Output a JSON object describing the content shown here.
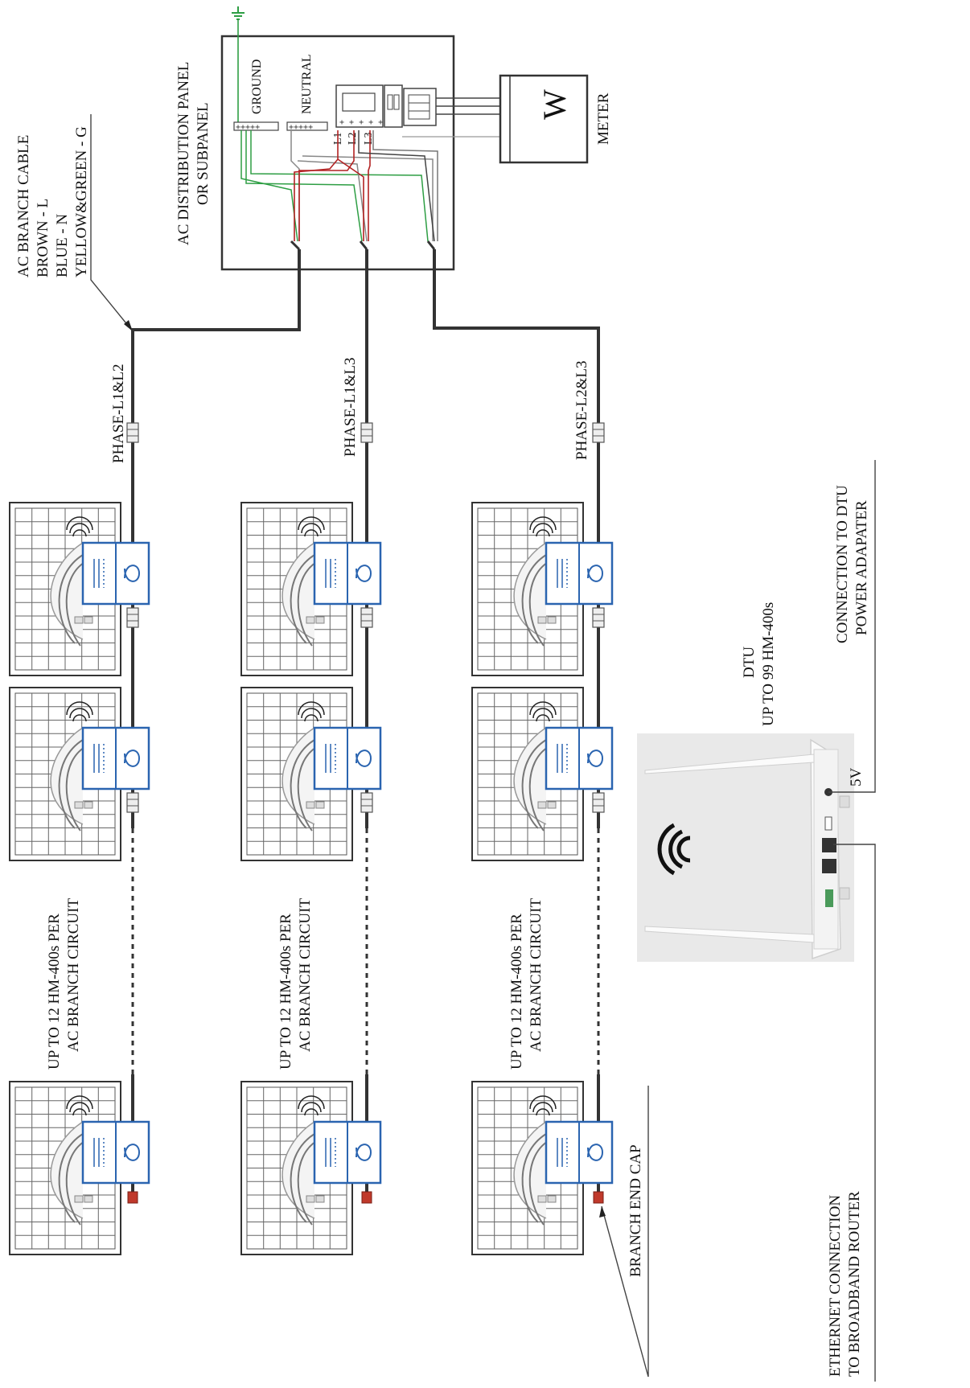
{
  "labels": {
    "ac_branch_cable": [
      "AC BRANCH CABLE",
      "BROWN - L",
      "BLUE - N",
      "YELLOW&GREEN - G"
    ],
    "ac_panel": [
      "AC DISTRIBUTION PANEL",
      "OR SUBPANEL"
    ],
    "ground": "GROUND",
    "neutral": "NEUTRAL",
    "meter_symbol": "W",
    "meter": "METER",
    "phase_labels": [
      "PHASE-L1&L2",
      "PHASE-L1&L3",
      "PHASE-L2&L3"
    ],
    "breaker_terminals": [
      "L1",
      "L2",
      "L3"
    ],
    "up_to_12": [
      "UP TO 12 HM-400s PER",
      "AC BRANCH CIRCUIT"
    ],
    "branch_end_cap": "BRANCH END CAP",
    "dtu": [
      "DTU",
      "UP TO 99 HM-400s"
    ],
    "dtu_power": [
      "CONNECTION TO DTU",
      "POWER ADAPATER"
    ],
    "ethernet": [
      "ETHERNET CONNECTION",
      "TO BROADBAND ROUTER"
    ],
    "five_v": "5V"
  },
  "colors": {
    "wire": "#333333",
    "brown": "#b22222",
    "green": "#2e9e44",
    "grey": "#888888",
    "inverter_blue": "#2a64b0"
  }
}
